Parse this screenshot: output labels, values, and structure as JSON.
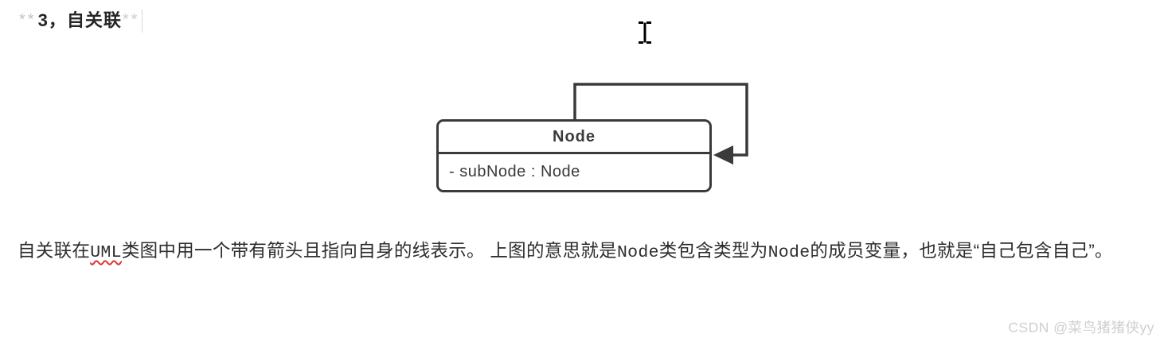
{
  "heading": {
    "prefix_marker": "**",
    "text": "3，自关联",
    "suffix_marker": "**"
  },
  "diagram": {
    "class_name": "Node",
    "attribute": "- subNode : Node",
    "stroke_color": "#3a3a3a"
  },
  "paragraph": {
    "segments": [
      {
        "text": "自关联在"
      },
      {
        "text": "UML"
      },
      {
        "text": "类图中用一个带有箭头且指向自身的线表示。 上图的意思就是"
      },
      {
        "text": "Node"
      },
      {
        "text": "类包含类型为"
      },
      {
        "text": "Node"
      },
      {
        "text": "的成员变量，也就是“自己包含自己”。"
      }
    ]
  },
  "watermark": {
    "text": "CSDN @菜鸟猪猪侠yy"
  },
  "colors": {
    "diagram_stroke": "#3a3a3a",
    "body_text": "#2d2d2d",
    "markdown_marker": "#c3c3c3",
    "watermark": "#cfcfcf",
    "spellcheck_underline": "#e03434"
  }
}
